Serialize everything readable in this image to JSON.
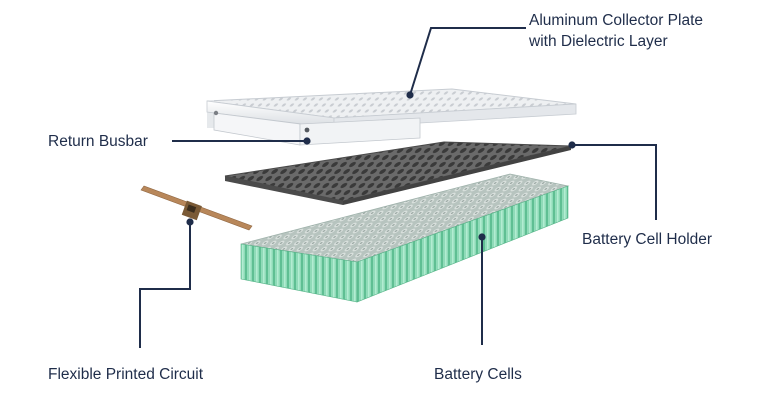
{
  "labels": {
    "collector_plate": {
      "line1": "Aluminum Collector Plate",
      "line2": "with Dielectric Layer"
    },
    "return_busbar": "Return Busbar",
    "cell_holder": "Battery Cell Holder",
    "flexible_circuit": "Flexible Printed Circuit",
    "battery_cells": "Battery Cells"
  },
  "colors": {
    "callout": "#1f2d4a",
    "cell_green": "#7fd6ae",
    "holder_dark": "#5e5e5e",
    "plate_light": "#f2f4f6",
    "flex_copper": "#b8875a"
  }
}
